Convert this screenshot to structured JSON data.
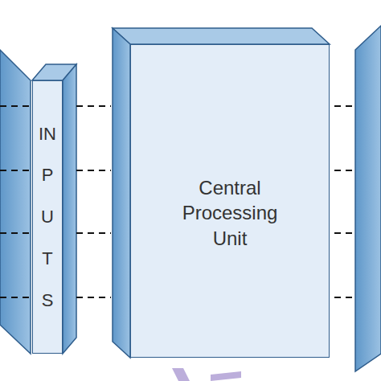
{
  "diagram": {
    "nodes": [
      {
        "text": [
          "INPUTS"
        ]
      },
      {
        "text": [
          "Central Processing Unit"
        ]
      }
    ],
    "edges": [
      {
        "from": 0,
        "to": 1,
        "arrow": "none"
      },
      {
        "from": 0,
        "to": 1,
        "arrow": "none"
      },
      {
        "from": 0,
        "to": 1,
        "arrow": "none"
      },
      {
        "from": 0,
        "to": 1,
        "arrow": "none"
      }
    ]
  }
}
